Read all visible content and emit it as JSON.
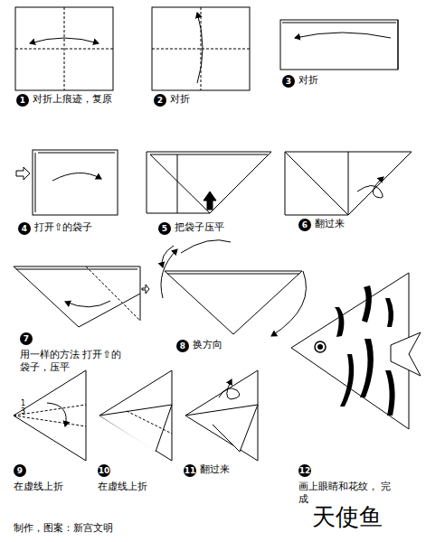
{
  "diagram": {
    "title": "天使鱼",
    "labels": [
      "1",
      "对折上痕迹，复原",
      "2",
      "对折",
      "3",
      "对折",
      "4",
      "打开⇧的袋子",
      "5",
      "把袋子压平",
      "6",
      "翻过来",
      "7",
      "用一样的方法 打开⇧的袋子，压平",
      "8",
      "换方向",
      "1",
      "3",
      "9",
      "在虚线上折",
      "10",
      "在虚线上折",
      "11",
      "翻过来",
      "12",
      "画上眼睛和花纹， 完成",
      "制作，图案：新宫文明"
    ]
  }
}
